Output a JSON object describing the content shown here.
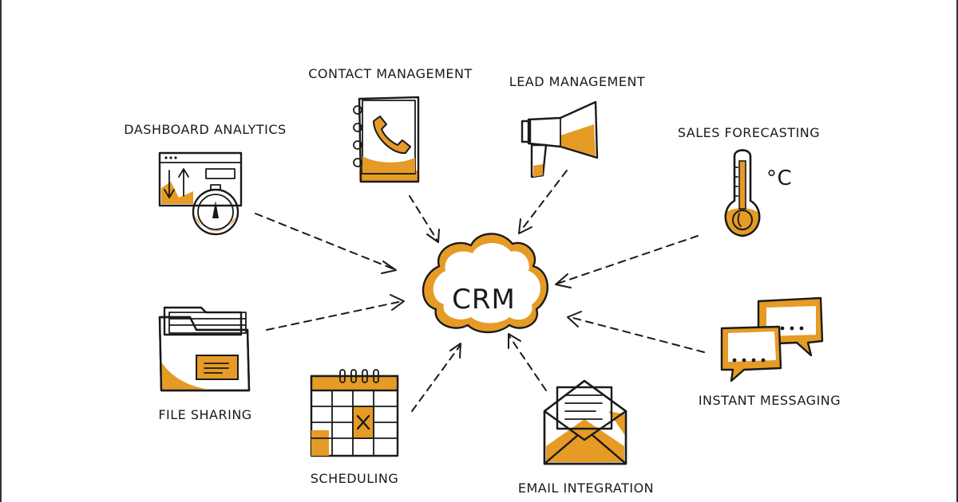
{
  "colors": {
    "accent": "#e59b26",
    "ink": "#1a1a1a",
    "background": "#ffffff"
  },
  "hub": {
    "label": "CRM",
    "icon": "cloud-icon"
  },
  "nodes": [
    {
      "id": "dashboard",
      "label": "DASHBOARD ANALYTICS",
      "icon": "dashboard-gauge-icon"
    },
    {
      "id": "contact",
      "label": "CONTACT MANAGEMENT",
      "icon": "phone-book-icon"
    },
    {
      "id": "lead",
      "label": "LEAD MANAGEMENT",
      "icon": "megaphone-icon"
    },
    {
      "id": "sales",
      "label": "SALES FORECASTING",
      "icon": "thermometer-icon"
    },
    {
      "id": "file",
      "label": "FILE SHARING",
      "icon": "folder-icon"
    },
    {
      "id": "scheduling",
      "label": "SCHEDULING",
      "icon": "calendar-icon"
    },
    {
      "id": "email",
      "label": "EMAIL INTEGRATION",
      "icon": "envelope-icon"
    },
    {
      "id": "messaging",
      "label": "INSTANT MESSAGING",
      "icon": "chat-bubbles-icon"
    }
  ],
  "thermometer_unit": "°C",
  "edges": [
    {
      "from": "dashboard",
      "to": "hub"
    },
    {
      "from": "contact",
      "to": "hub"
    },
    {
      "from": "lead",
      "to": "hub"
    },
    {
      "from": "sales",
      "to": "hub"
    },
    {
      "from": "file",
      "to": "hub"
    },
    {
      "from": "scheduling",
      "to": "hub"
    },
    {
      "from": "email",
      "to": "hub"
    },
    {
      "from": "messaging",
      "to": "hub"
    }
  ]
}
